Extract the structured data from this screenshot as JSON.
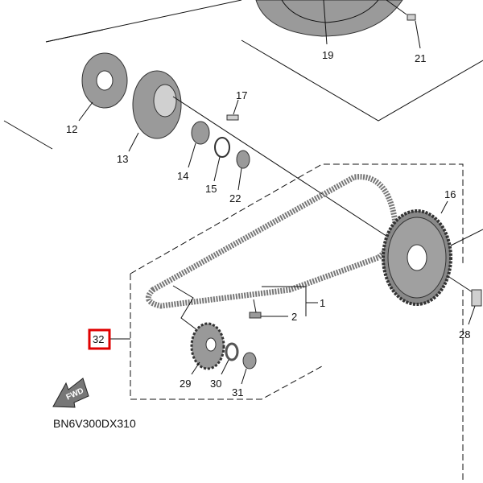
{
  "diagram": {
    "code": "BN6V300DX310",
    "fwd_label": "FWD",
    "highlight_color": "#e00000",
    "highlighted_part": "32",
    "callouts": {
      "p1": "1",
      "p2": "2",
      "p12": "12",
      "p13": "13",
      "p14": "14",
      "p15": "15",
      "p16": "16",
      "p17": "17",
      "p19": "19",
      "p21": "21",
      "p22": "22",
      "p28": "28",
      "p29": "29",
      "p30": "30",
      "p31": "31",
      "p32": "32"
    }
  }
}
